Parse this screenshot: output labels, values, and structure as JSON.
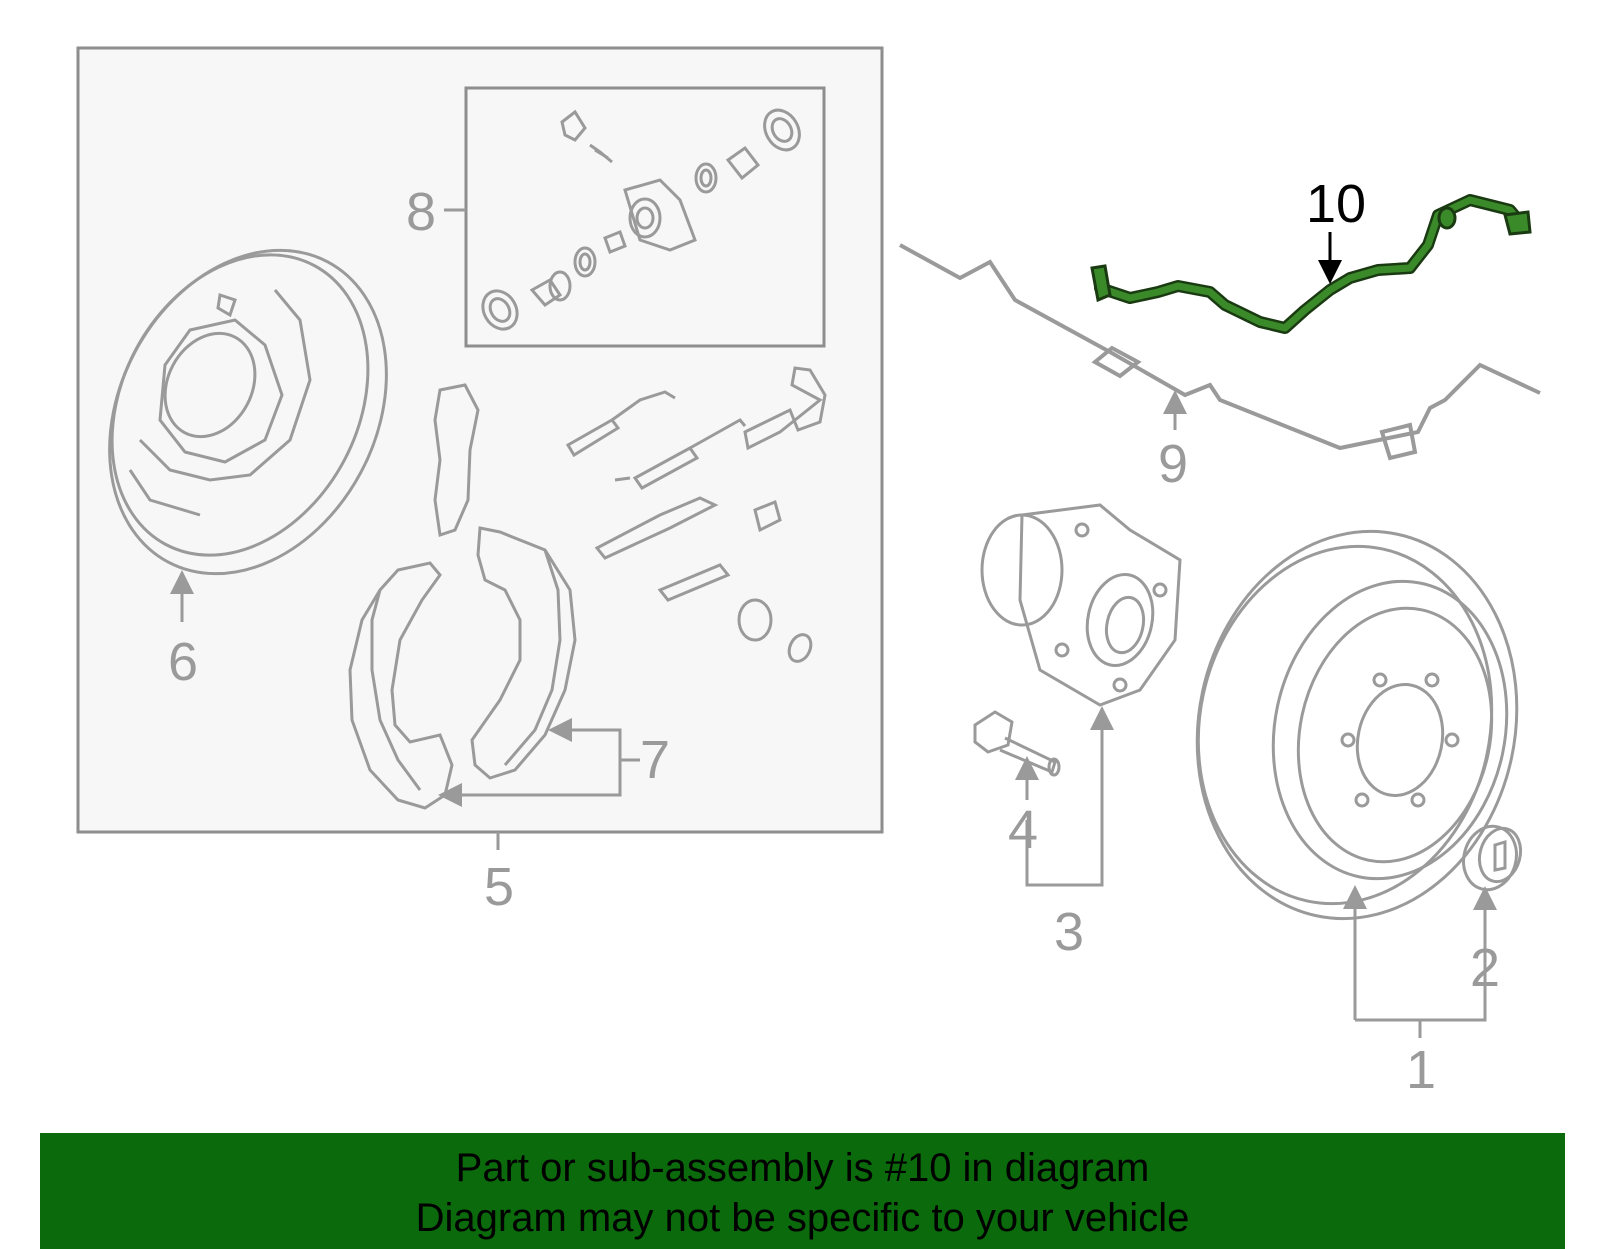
{
  "colors": {
    "part_gray": "#9a9a9a",
    "highlight_green": "#2f7d1f",
    "banner_green": "#0b6a0b",
    "box_fill": "#f7f7f7",
    "box_stroke": "#8e8e8e"
  },
  "callouts": {
    "c1": "1",
    "c2": "2",
    "c3": "3",
    "c4": "4",
    "c5": "5",
    "c6": "6",
    "c7": "7",
    "c8": "8",
    "c9": "9",
    "c10": "10"
  },
  "highlighted_part": "10",
  "banner": {
    "line1": "Part or sub-assembly is #10 in diagram",
    "line2": "Diagram may not be specific to your vehicle"
  }
}
